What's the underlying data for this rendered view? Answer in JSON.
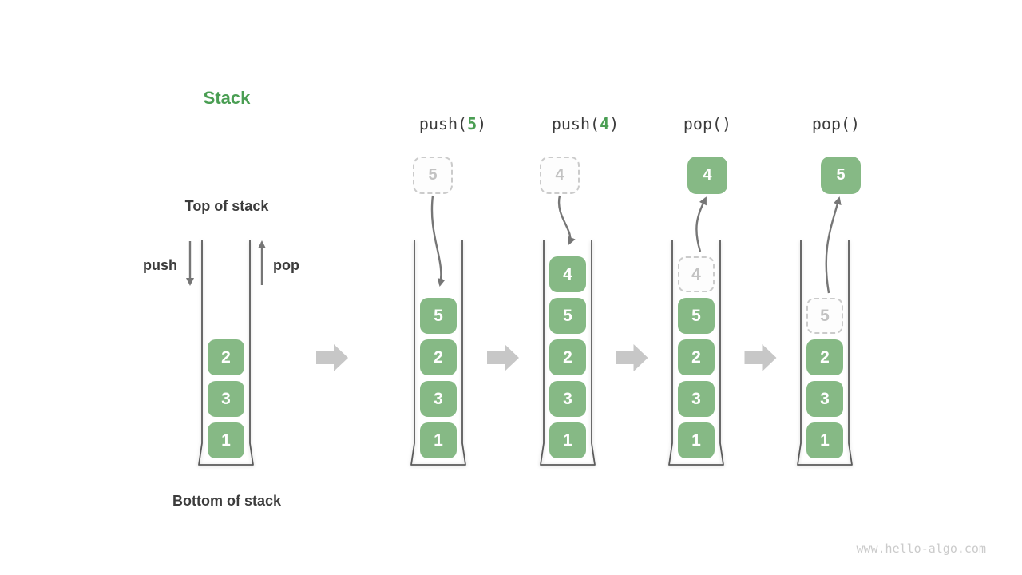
{
  "title": "Stack",
  "labels": {
    "top_of_stack": "Top of stack",
    "bottom_of_stack": "Bottom of stack",
    "push": "push",
    "pop": "pop"
  },
  "watermark": "www.hello-algo.com",
  "colors": {
    "cell_green": "#86b985",
    "accent_green": "#4a9e53",
    "dark_text": "#3c3c3c",
    "arrow": "#767676",
    "block_arrow": "#c7c7c7",
    "dashed_border": "#cbcbcb",
    "dashed_fill": "#fdfdfd",
    "dashed_text": "#c2c2c2",
    "container": "#5b5b5b",
    "watermark": "#cbcbcb"
  },
  "columns": [
    {
      "name": "initial-stack",
      "cells": [
        {
          "value": "2",
          "variant": "solid"
        },
        {
          "value": "3",
          "variant": "solid"
        },
        {
          "value": "1",
          "variant": "solid"
        }
      ]
    },
    {
      "name": "after-push-5",
      "operation": {
        "prefix": "push(",
        "arg": "5",
        "suffix": ")"
      },
      "floating": {
        "value": "5",
        "variant": "dashed"
      },
      "flow": "push",
      "cells": [
        {
          "value": "5",
          "variant": "solid"
        },
        {
          "value": "2",
          "variant": "solid"
        },
        {
          "value": "3",
          "variant": "solid"
        },
        {
          "value": "1",
          "variant": "solid"
        }
      ]
    },
    {
      "name": "after-push-4",
      "operation": {
        "prefix": "push(",
        "arg": "4",
        "suffix": ")"
      },
      "floating": {
        "value": "4",
        "variant": "dashed"
      },
      "flow": "push",
      "cells": [
        {
          "value": "4",
          "variant": "solid"
        },
        {
          "value": "5",
          "variant": "solid"
        },
        {
          "value": "2",
          "variant": "solid"
        },
        {
          "value": "3",
          "variant": "solid"
        },
        {
          "value": "1",
          "variant": "solid"
        }
      ]
    },
    {
      "name": "after-pop-4",
      "operation": {
        "prefix": "pop()",
        "arg": "",
        "suffix": ""
      },
      "floating": {
        "value": "4",
        "variant": "solid"
      },
      "flow": "pop",
      "cells": [
        {
          "value": "4",
          "variant": "dashed"
        },
        {
          "value": "5",
          "variant": "solid"
        },
        {
          "value": "2",
          "variant": "solid"
        },
        {
          "value": "3",
          "variant": "solid"
        },
        {
          "value": "1",
          "variant": "solid"
        }
      ]
    },
    {
      "name": "after-pop-5",
      "operation": {
        "prefix": "pop()",
        "arg": "",
        "suffix": ""
      },
      "floating": {
        "value": "5",
        "variant": "solid"
      },
      "flow": "pop",
      "cells": [
        {
          "value": "5",
          "variant": "dashed"
        },
        {
          "value": "2",
          "variant": "solid"
        },
        {
          "value": "3",
          "variant": "solid"
        },
        {
          "value": "1",
          "variant": "solid"
        }
      ]
    }
  ]
}
